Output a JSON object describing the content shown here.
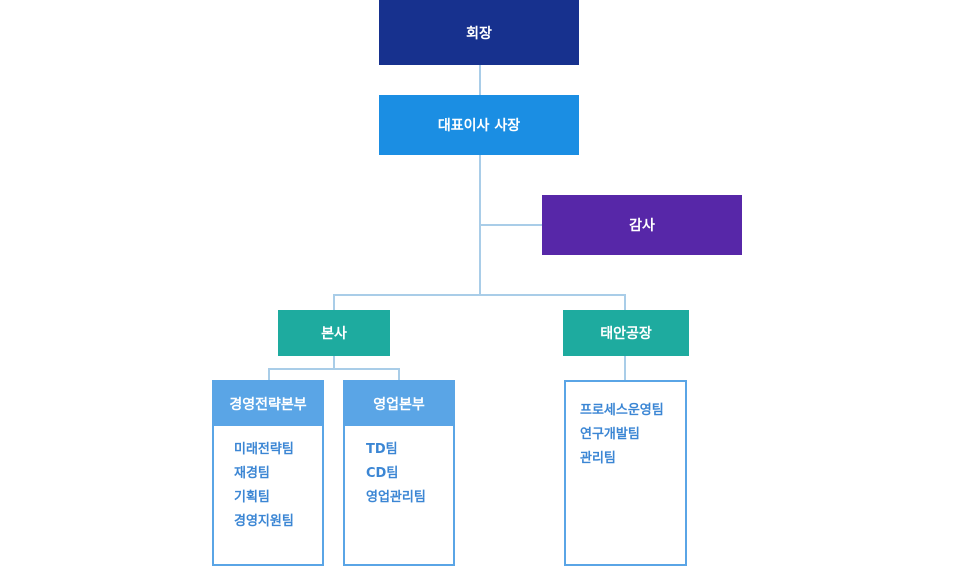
{
  "colors": {
    "chairman": "#17318e",
    "ceo": "#1b8ee3",
    "audit": "#5727a8",
    "division": "#1eab9f",
    "department": "#5aa5e6",
    "team_text": "#3b86d4",
    "connector": "#a9cde8"
  },
  "chairman": {
    "label": "회장"
  },
  "ceo": {
    "label": "대표이사 사장"
  },
  "audit": {
    "label": "감사"
  },
  "headquarters": {
    "label": "본사",
    "departments": [
      {
        "label": "경영전략본부",
        "teams": [
          "미래전략팀",
          "재경팀",
          "기획팀",
          "경영지원팀"
        ]
      },
      {
        "label": "영업본부",
        "teams": [
          "TD팀",
          "CD팀",
          "영업관리팀"
        ]
      }
    ]
  },
  "factory": {
    "label": "태안공장",
    "teams": [
      "프로세스운영팀",
      "연구개발팀",
      "관리팀"
    ]
  }
}
